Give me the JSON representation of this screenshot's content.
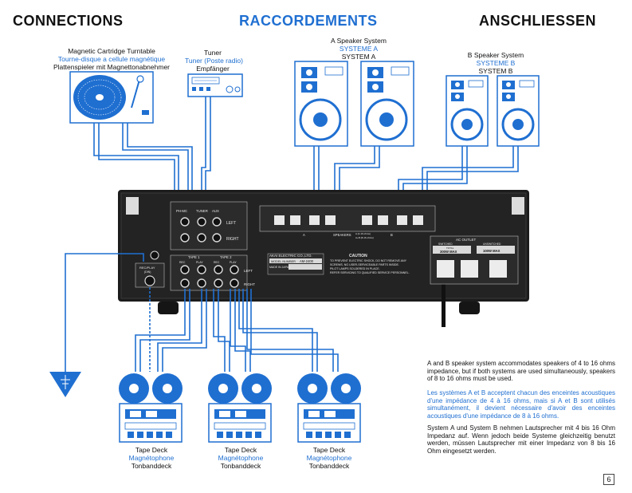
{
  "headings": {
    "en": "CONNECTIONS",
    "fr": "RACCORDEMENTS",
    "de": "ANSCHLIESSEN"
  },
  "turntable": {
    "en": "Magnetic Cartridge Turntable",
    "fr": "Tourne-disque a cellule magnétique",
    "de": "Plattenspieler mit Magnettonabnehmer"
  },
  "tuner": {
    "en": "Tuner",
    "fr": "Tuner (Poste radio)",
    "de": "Empfänger"
  },
  "speaker_a": {
    "en": "A Speaker System",
    "fr": "SYSTEME A",
    "de": "SYSTEM A"
  },
  "speaker_b": {
    "en": "B Speaker System",
    "fr": "SYSTEME B",
    "de": "SYSTEM B"
  },
  "tape_deck": {
    "en": "Tape Deck",
    "fr": "Magnétophone",
    "de": "Tonbanddeck"
  },
  "amp": {
    "inputs_phono": "PH-MC",
    "inputs_tuner": "TUNER",
    "inputs_aux": "AUX",
    "left": "LEFT",
    "right": "RIGHT",
    "tape1": "TAPE 1",
    "tape2": "TAPE 2",
    "rec": "REC",
    "play": "PLAY",
    "rec_play": "REC/PLAY",
    "din": "(DIN)",
    "brand": "AKAI ELECTRIC CO.,LTD.",
    "model_label": "MODEL NUMBER",
    "model": "AM-2400",
    "made_in": "MADE IN JAPAN",
    "caution_title": "CAUTION",
    "caution_1": "TO PREVENT ELECTRIC SHOCK, DO NOT REMOVE ANY",
    "caution_2": "SCREWS. NO USER-SERVICEABLE PARTS INSIDE.",
    "caution_3": "PILOT LAMPS SOLDERED IN PLACE.",
    "caution_4": "REFER SERVICING TO QUALIFIED SERVICE PERSONNEL.",
    "speakers": "SPEAKERS",
    "spk_a": "A",
    "spk_b": "B",
    "spk_a_imp": "A (4-16 ohms)",
    "spk_ab_imp": "A+B (8-16 ohms)",
    "ac_outlet": "AC OUTLET",
    "switched": "SWITCHED",
    "unswitched": "UNSWITCHED",
    "total": "TOTAL",
    "w300": "300W MAX",
    "w100": "100W MAX"
  },
  "notes": {
    "en": "A and B speaker system accommodates speakers of 4 to 16 ohms impedance, but if both systems are used simultaneously, speakers of 8 to 16 ohms must be used.",
    "fr": "Les systèmes A et B acceptent chacun des enceintes acoustiques d'une impédance de 4 à 16 ohms, mais si A et B sont utilisés simultanément, il devient nécessaire d'avoir des enceintes acoustiques d'une impédance de 8 à 16 ohms.",
    "de": "System A und System B nehmen Lautsprecher mit 4 bis 16 Ohm Impedanz auf. Wenn jedoch beide Systeme gleichzeitig benutzt werden, müssen Lautsprecher mit einer Impedanz von 8 bis 16 Ohm eingesetzt werden."
  },
  "page_number": "6",
  "colors": {
    "accent": "#1f6fd1",
    "ink": "#111111",
    "chassis": "#1c1c1c"
  }
}
